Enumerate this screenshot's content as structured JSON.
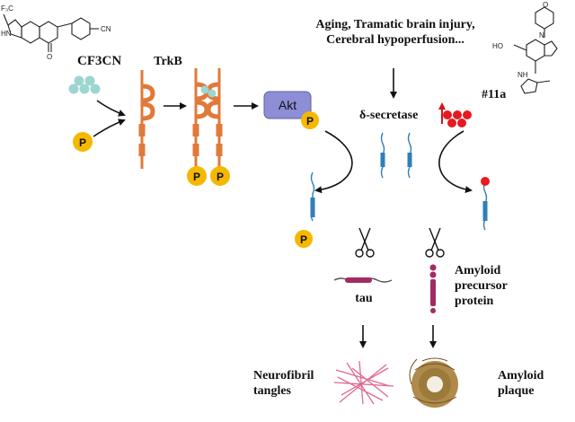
{
  "compound_left": {
    "name": "CF3CN",
    "substituent_top": "F₃C",
    "substituent_nh": "HN",
    "substituent_cn": "CN",
    "substituent_o": "O"
  },
  "receptor": {
    "name": "TrkB"
  },
  "kinase": {
    "name": "Akt"
  },
  "phospho_label": "P",
  "trigger": {
    "line1": "Aging, Tramatic brain injury,",
    "line2": "Cerebral hypoperfusion..."
  },
  "enzyme": {
    "name": "δ-secretase"
  },
  "compound_right": {
    "name": "#11a",
    "substituent_ho": "HO",
    "substituent_nh": "NH",
    "substituent_n": "N",
    "substituent_o": "O"
  },
  "substrates": {
    "tau": "tau",
    "app_line1": "Amyloid",
    "app_line2": "precursor",
    "app_line3": "protein"
  },
  "outcomes": {
    "tangles_line1": "Neurofibril",
    "tangles_line2": "tangles",
    "plaque_line1": "Amyloid",
    "plaque_line2": "plaque"
  },
  "colors": {
    "ligand": "#9dd6d0",
    "receptor": "#e07a3a",
    "phospho": "#f5b800",
    "kinase": "#8e8ed6",
    "substrate": "#2f7fb8",
    "tau_bead": "#a32b63",
    "inhibitor": "#e8191f",
    "up_arrow": "#d4141a",
    "tangles": "#e06a8f",
    "plaque": "#9c7a3b"
  }
}
